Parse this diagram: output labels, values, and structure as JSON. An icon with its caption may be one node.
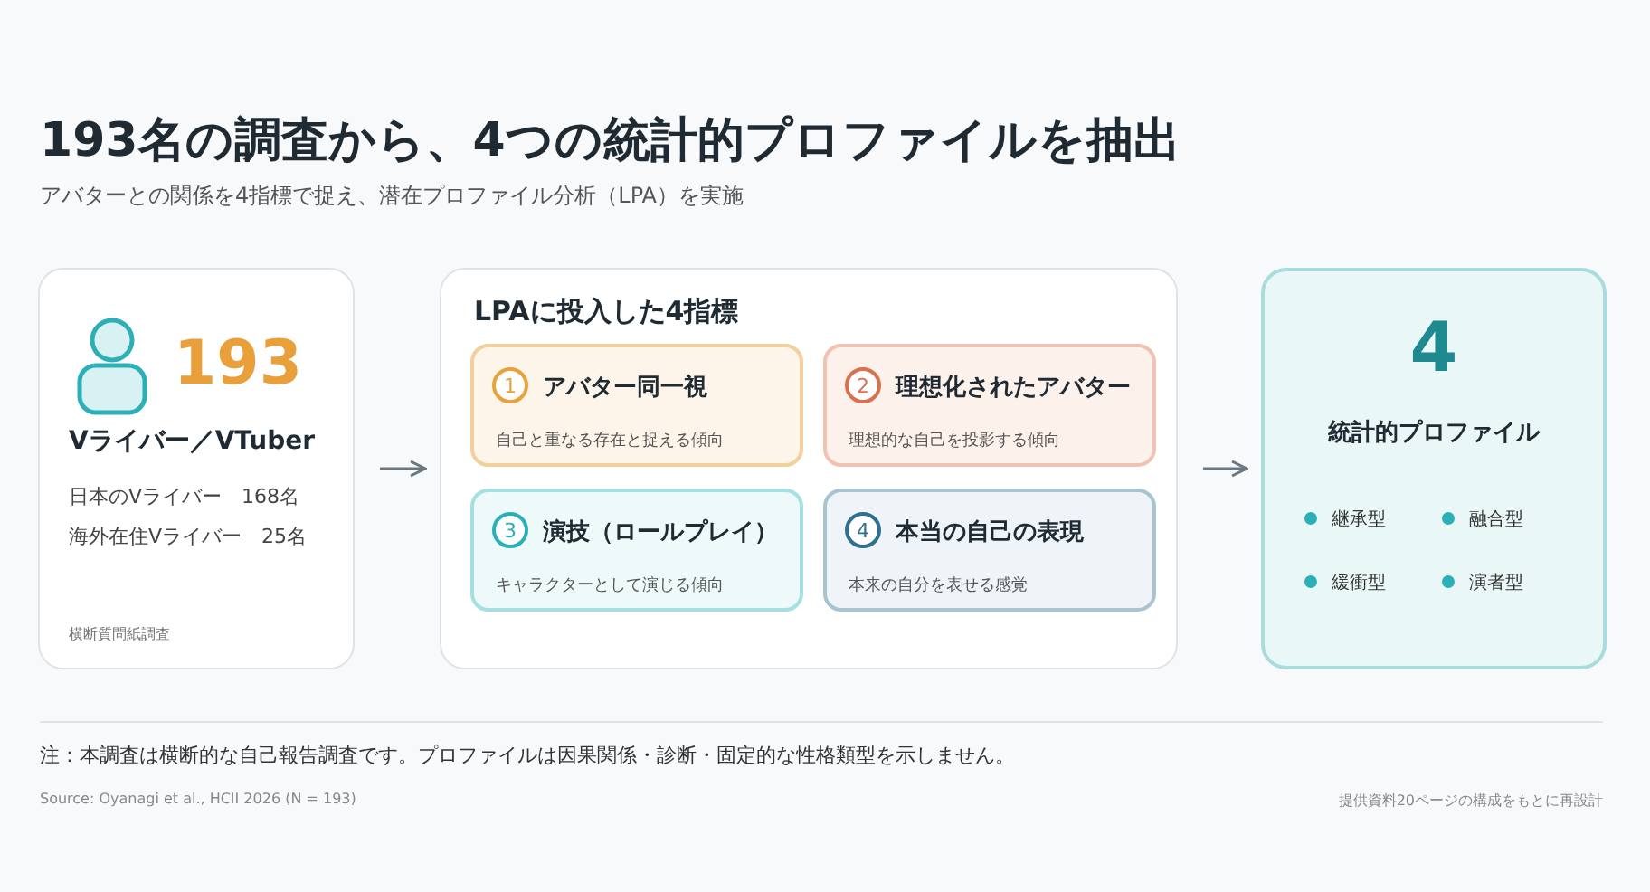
{
  "diagram": {
    "title": "193名の調査から、4つの統計的プロファイルを抽出",
    "nodes": [
      {
        "text": [
          "193",
          "Vライバー／VTuber",
          "日本のVライバー　168名",
          "海外在住Vライバー　25名",
          "横断質問紙調査"
        ]
      },
      {
        "text": [
          "LPAに投入した4指標"
        ]
      },
      {
        "text": [
          "1",
          "アバター同一視",
          "自己と重なる存在と捉える傾向"
        ],
        "in": 1
      },
      {
        "text": [
          "2",
          "理想化されたアバター",
          "理想的な自己を投影する傾向"
        ],
        "in": 1
      },
      {
        "text": [
          "3",
          "演技（ロールプレイ）",
          "キャラクターとして演じる傾向"
        ],
        "in": 1
      },
      {
        "text": [
          "4",
          "本当の自己の表現",
          "本来の自分を表せる感覚"
        ],
        "in": 1
      },
      {
        "text": [
          "4",
          "統計的プロファイル",
          "継承型",
          "融合型",
          "緩衝型",
          "演者型"
        ]
      }
    ],
    "edges": [
      {
        "from": 0,
        "to": 1,
        "arrow": "to"
      },
      {
        "from": 1,
        "to": 6,
        "arrow": "to"
      }
    ],
    "labels": [
      "アバターとの関係を4指標で捉え、潜在プロファイル分析（LPA）を実施",
      "注：本調査は横断的な自己報告調査です。プロファイルは因果関係・診断・固定的な性格類型を示しません。",
      "Source: Oyanagi et al., HCII 2026 (N = 193)",
      "提供資料20ページの構成をもとに再設計"
    ]
  }
}
